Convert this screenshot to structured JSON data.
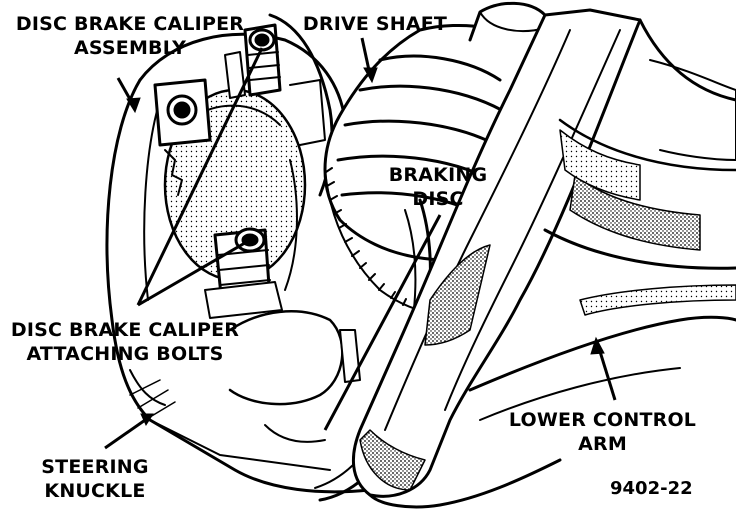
{
  "labels": {
    "caliper_assembly": [
      "DISC BRAKE CALIPER",
      "ASSEMBLY"
    ],
    "drive_shaft": [
      "DRIVE SHAFT"
    ],
    "braking_disc": [
      "BRAKING",
      "DISC"
    ],
    "attaching_bolts": [
      "DISC BRAKE CALIPER",
      "ATTACHING BOLTS"
    ],
    "lower_control_arm": [
      "LOWER CONTROL",
      "ARM"
    ],
    "steering_knuckle": [
      "STEERING",
      "KNUCKLE"
    ]
  },
  "figure_number": "9402-22",
  "colors": {
    "ink": "#000000",
    "paper": "#ffffff"
  }
}
